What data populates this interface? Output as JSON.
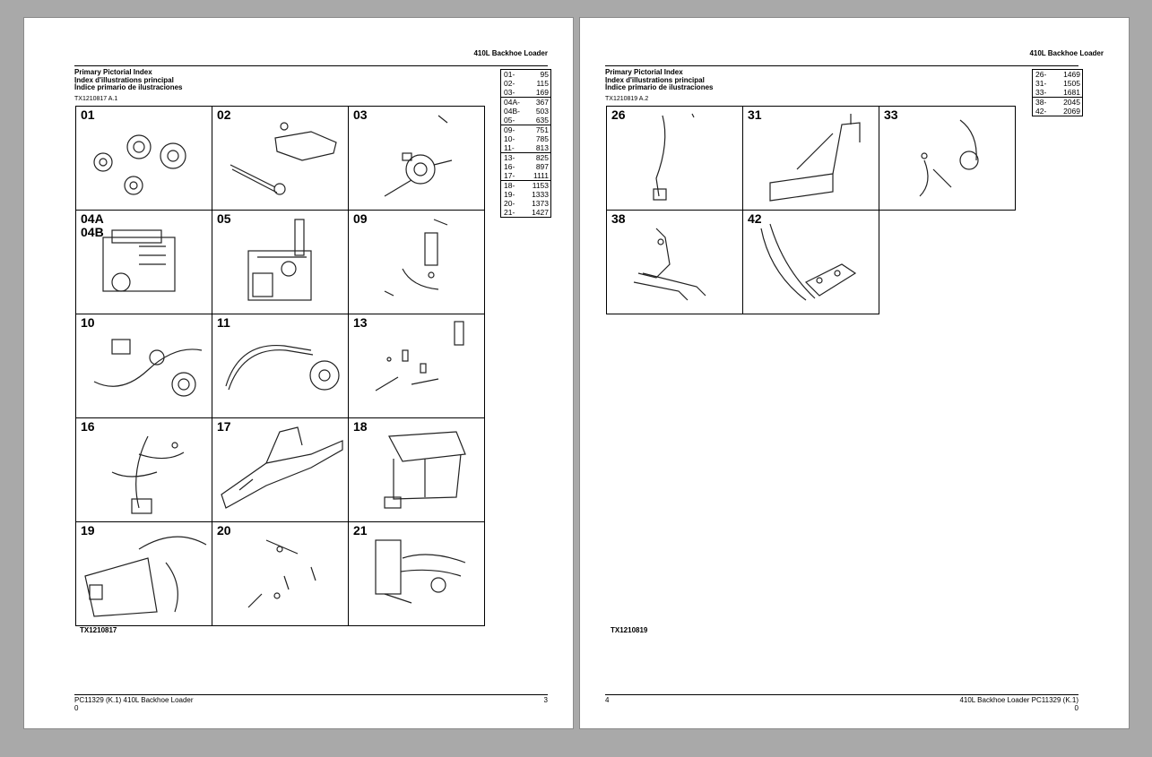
{
  "document": "410L Backhoe Loader",
  "pages": [
    {
      "header": "410L  Backhoe  Loader",
      "titles": [
        "Primary Pictorial Index",
        "Index d'illustrations principal",
        "Índice primario de ilustraciones"
      ],
      "ref": "TX1210817 A.1",
      "index": [
        [
          [
            "01-",
            "95"
          ],
          [
            "02-",
            "115"
          ],
          [
            "03-",
            "169"
          ]
        ],
        [
          [
            "04A-",
            "367"
          ],
          [
            "04B-",
            "503"
          ],
          [
            "05-",
            "635"
          ]
        ],
        [
          [
            "09-",
            "751"
          ],
          [
            "10-",
            "785"
          ],
          [
            "11-",
            "813"
          ]
        ],
        [
          [
            "13-",
            "825"
          ],
          [
            "16-",
            "897"
          ],
          [
            "17-",
            "1111"
          ]
        ],
        [
          [
            "18-",
            "1153"
          ],
          [
            "19-",
            "1333"
          ],
          [
            "20-",
            "1373"
          ],
          [
            "21-",
            "1427"
          ]
        ]
      ],
      "cells": [
        {
          "label": "01",
          "icon": "tires-icon"
        },
        {
          "label": "02",
          "icon": "axle-icon"
        },
        {
          "label": "03",
          "icon": "steering-icon"
        },
        {
          "label": "04A\n04B",
          "icon": "engine-icon"
        },
        {
          "label": "05",
          "icon": "engine-cooling-icon"
        },
        {
          "label": "09",
          "icon": "fuel-system-icon"
        },
        {
          "label": "10",
          "icon": "electrical-icon"
        },
        {
          "label": "11",
          "icon": "hose-icon"
        },
        {
          "label": "13",
          "icon": "parts-kit-icon"
        },
        {
          "label": "16",
          "icon": "wiring-harness-icon"
        },
        {
          "label": "17",
          "icon": "frame-icon"
        },
        {
          "label": "18",
          "icon": "cab-icon"
        },
        {
          "label": "19",
          "icon": "hood-icon"
        },
        {
          "label": "20",
          "icon": "controls-icon"
        },
        {
          "label": "21",
          "icon": "hydraulics-icon"
        }
      ],
      "fig_ref": "TX1210817",
      "footer_left": "PC11329    (K.1)    410L Backhoe Loader",
      "footer_left_sub": "0",
      "footer_right": "3"
    },
    {
      "header": "410L  Backhoe  Loader",
      "titles": [
        "Primary Pictorial Index",
        "Index d'illustrations principal",
        "Índice primario de ilustraciones"
      ],
      "ref": "TX1210819 A.2",
      "index": [
        [
          [
            "26-",
            "1469"
          ],
          [
            "31-",
            "1505"
          ],
          [
            "33-",
            "1681"
          ]
        ],
        [
          [
            "38-",
            "2045"
          ],
          [
            "42-",
            "2069"
          ]
        ]
      ],
      "cells": [
        {
          "label": "26",
          "icon": "cable-icon"
        },
        {
          "label": "31",
          "icon": "loader-icon"
        },
        {
          "label": "33",
          "icon": "backhoe-icon"
        },
        {
          "label": "38",
          "icon": "coupler-icon"
        },
        {
          "label": "42",
          "icon": "attachment-hose-icon"
        }
      ],
      "fig_ref": "TX1210819",
      "footer_left": "4",
      "footer_right": "410L Backhoe Loader    PC11329    (K.1)",
      "footer_right_sub": "0"
    }
  ]
}
